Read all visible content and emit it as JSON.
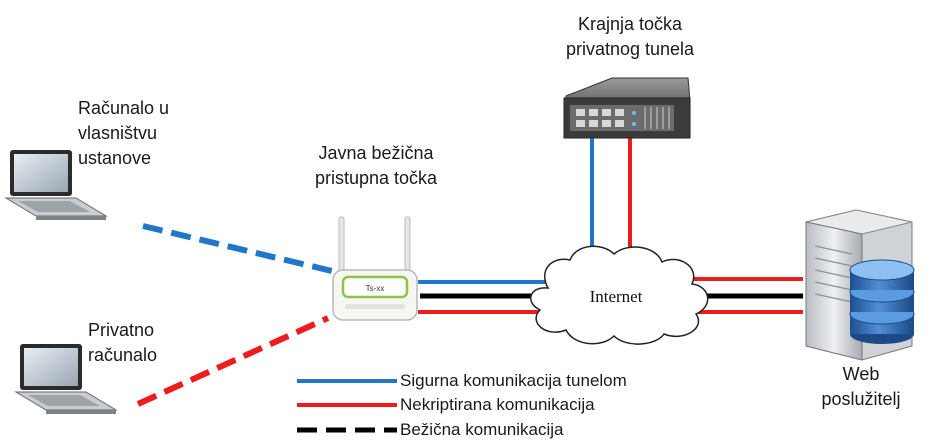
{
  "nodes": {
    "institution_pc": {
      "lines": [
        "Računalo u",
        "vlasništvu",
        "ustanove"
      ],
      "icon": "laptop-icon"
    },
    "private_pc": {
      "lines": [
        "Privatno",
        "računalo"
      ],
      "icon": "laptop-icon"
    },
    "access_point": {
      "lines": [
        "Javna bežična",
        "pristupna točka"
      ],
      "icon": "wireless-router-icon",
      "device_text": "Ts-xx"
    },
    "tunnel_endpoint": {
      "lines": [
        "Krajnja točka",
        "privatnog tunela"
      ],
      "icon": "network-switch-icon"
    },
    "internet": {
      "label": "Internet",
      "icon": "cloud-icon"
    },
    "web_server": {
      "lines": [
        "Web",
        "poslužitelj"
      ],
      "icon": "server-database-icon"
    }
  },
  "legend": [
    {
      "label": "Sigurna komunikacija tunelom",
      "color": "#1f77c8",
      "style": "solid"
    },
    {
      "label": "Nekriptirana komunikacija",
      "color": "#ee1c1c",
      "style": "solid"
    },
    {
      "label": "Bežična komunikacija",
      "color": "#000000",
      "style": "dashed"
    }
  ],
  "colors": {
    "tunnel": "#1f77c8",
    "unencrypted": "#ee1c1c",
    "wireless": "#000000"
  }
}
